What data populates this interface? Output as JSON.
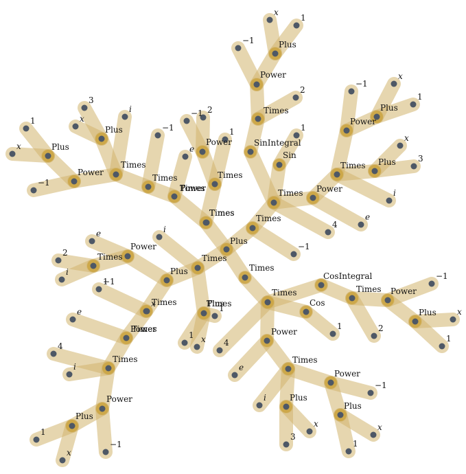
{
  "colors": {
    "edge": "#d2b46e",
    "inner_node_halo": "#c9a13b",
    "node_dot": "#4e5866",
    "label": "#111111",
    "background": "#ffffff"
  },
  "tree": {
    "nodes": [
      {
        "id": "root",
        "label": "Plus"
      },
      {
        "id": "t_left",
        "label": "Times"
      },
      {
        "id": "t_center",
        "label": "Times"
      },
      {
        "id": "t_right_main",
        "label": "Times"
      },
      {
        "id": "t_upper_mid",
        "label": "Times"
      },
      {
        "id": "t_lower_mid",
        "label": "Times"
      },
      {
        "id": "pl_left",
        "label": "Plus"
      },
      {
        "id": "pl_left_l1",
        "label": "1"
      },
      {
        "id": "pl_left_x",
        "label": "x"
      },
      {
        "id": "t_chain1",
        "label": "Times"
      },
      {
        "id": "m1_a",
        "label": "−1"
      },
      {
        "id": "pw_chain1",
        "label": "Power"
      },
      {
        "id": "e_a",
        "label": "e"
      },
      {
        "id": "t_chain2",
        "label": "Times"
      },
      {
        "id": "two_a",
        "label": "2"
      },
      {
        "id": "i_a",
        "label": "i"
      },
      {
        "id": "t_chain3",
        "label": "Times"
      },
      {
        "id": "pw_chain3",
        "label": "Power"
      },
      {
        "id": "e_b",
        "label": "e"
      },
      {
        "id": "t_chain4",
        "label": "Times"
      },
      {
        "id": "four_a",
        "label": "4"
      },
      {
        "id": "i_b",
        "label": "i"
      },
      {
        "id": "pw_chain4",
        "label": "Power"
      },
      {
        "id": "pl_chain4",
        "label": "Plus"
      },
      {
        "id": "one_b",
        "label": "1"
      },
      {
        "id": "x_b",
        "label": "x"
      },
      {
        "id": "m1_b",
        "label": "−1"
      },
      {
        "id": "i_c",
        "label": "i"
      },
      {
        "id": "t_up1",
        "label": "Times"
      },
      {
        "id": "t_up2",
        "label": "Times"
      },
      {
        "id": "pw_up2",
        "label": "Power"
      },
      {
        "id": "e_c",
        "label": "e"
      },
      {
        "id": "t_up3",
        "label": "Times"
      },
      {
        "id": "pw_up3",
        "label": "Power"
      },
      {
        "id": "m1_c",
        "label": "−1"
      },
      {
        "id": "two_c",
        "label": "2"
      },
      {
        "id": "t_up4",
        "label": "Times"
      },
      {
        "id": "m1_d",
        "label": "−1"
      },
      {
        "id": "t_up5",
        "label": "Times"
      },
      {
        "id": "pw_up5",
        "label": "Power"
      },
      {
        "id": "pl_up5a",
        "label": "Plus"
      },
      {
        "id": "one_e",
        "label": "1"
      },
      {
        "id": "x_e",
        "label": "x"
      },
      {
        "id": "m1_e",
        "label": "−1"
      },
      {
        "id": "pl_up5b",
        "label": "Plus"
      },
      {
        "id": "three_e",
        "label": "3"
      },
      {
        "id": "x_f",
        "label": "x"
      },
      {
        "id": "i_e",
        "label": "i"
      },
      {
        "id": "one_f",
        "label": "1"
      },
      {
        "id": "t_rc",
        "label": "Times"
      },
      {
        "id": "sinint",
        "label": "SinIntegral"
      },
      {
        "id": "sin",
        "label": "Sin"
      },
      {
        "id": "one_g",
        "label": "1"
      },
      {
        "id": "t_r_top",
        "label": "Times"
      },
      {
        "id": "pw_r_top",
        "label": "Power"
      },
      {
        "id": "pl_r_top",
        "label": "Plus"
      },
      {
        "id": "x_g",
        "label": "x"
      },
      {
        "id": "one_h",
        "label": "1"
      },
      {
        "id": "m1_g",
        "label": "−1"
      },
      {
        "id": "two_g",
        "label": "2"
      },
      {
        "id": "four_g",
        "label": "4"
      },
      {
        "id": "m1_h",
        "label": "−1"
      },
      {
        "id": "pw_rr",
        "label": "Power"
      },
      {
        "id": "e_r",
        "label": "e"
      },
      {
        "id": "t_rr",
        "label": "Times"
      },
      {
        "id": "pw_rr2",
        "label": "Power"
      },
      {
        "id": "pl_rr2",
        "label": "Plus"
      },
      {
        "id": "x_r",
        "label": "x"
      },
      {
        "id": "one_r",
        "label": "1"
      },
      {
        "id": "m1_r",
        "label": "−1"
      },
      {
        "id": "pl_rr3",
        "label": "Plus"
      },
      {
        "id": "x_r2",
        "label": "x"
      },
      {
        "id": "three_r",
        "label": "3"
      },
      {
        "id": "i_r",
        "label": "i"
      },
      {
        "id": "t_lm",
        "label": "Times"
      },
      {
        "id": "pl_lm",
        "label": "Plus"
      },
      {
        "id": "one_lm",
        "label": "1"
      },
      {
        "id": "x_lm",
        "label": "x"
      },
      {
        "id": "one_lm2",
        "label": "1"
      },
      {
        "id": "t_bot",
        "label": "Times"
      },
      {
        "id": "four_bot",
        "label": "4"
      },
      {
        "id": "cos",
        "label": "Cos"
      },
      {
        "id": "one_cos",
        "label": "1"
      },
      {
        "id": "cosint",
        "label": "CosIntegral"
      },
      {
        "id": "t_cosint",
        "label": "Times"
      },
      {
        "id": "two_ci",
        "label": "2"
      },
      {
        "id": "pw_ci",
        "label": "Power"
      },
      {
        "id": "m1_ci",
        "label": "−1"
      },
      {
        "id": "pl_ci",
        "label": "Plus"
      },
      {
        "id": "x_ci",
        "label": "x"
      },
      {
        "id": "one_ci",
        "label": "1"
      },
      {
        "id": "pw_bot",
        "label": "Power"
      },
      {
        "id": "e_bot",
        "label": "e"
      },
      {
        "id": "t_bot2",
        "label": "Times"
      },
      {
        "id": "i_bot",
        "label": "i"
      },
      {
        "id": "pl_bot2",
        "label": "Plus"
      },
      {
        "id": "three_bot",
        "label": "3"
      },
      {
        "id": "x_bot",
        "label": "x"
      },
      {
        "id": "pw_bot2",
        "label": "Power"
      },
      {
        "id": "m1_bot",
        "label": "−1"
      },
      {
        "id": "pl_bot3",
        "label": "Plus"
      },
      {
        "id": "x_bot2",
        "label": "x"
      },
      {
        "id": "one_bot2",
        "label": "1"
      }
    ]
  }
}
